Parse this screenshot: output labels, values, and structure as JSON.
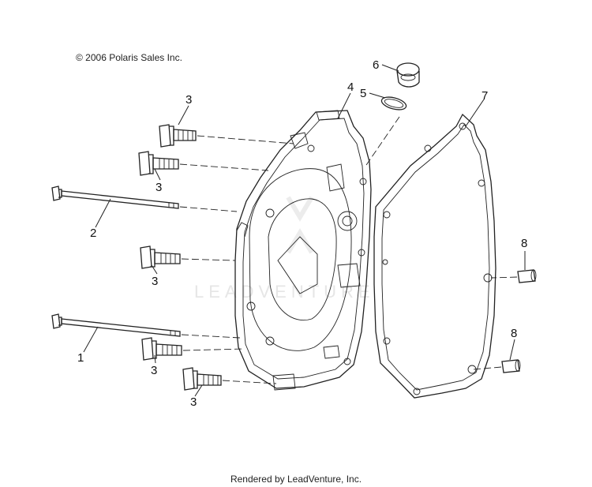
{
  "copyright": "© 2006 Polaris Sales Inc.",
  "footer": "Rendered by LeadVenture, Inc.",
  "watermark": "LEADVENTURE",
  "callouts": {
    "bolt_long_lower": "1",
    "bolt_long_upper": "2",
    "bolt_short_top": "3",
    "bolt_short_mid": "3",
    "bolt_short_center": "3",
    "bolt_short_lower": "3",
    "bolt_short_bottom": "3",
    "clutch_cover": "4",
    "o_ring": "5",
    "plug": "6",
    "gasket": "7",
    "dowel_upper": "8",
    "dowel_lower": "8"
  }
}
